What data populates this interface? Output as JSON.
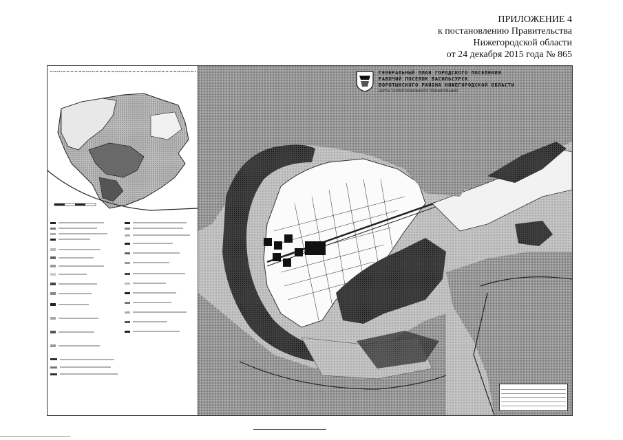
{
  "appendix": {
    "line1": "ПРИЛОЖЕНИЕ 4",
    "line2": "к постановлению Правительства",
    "line3": "Нижегородской области",
    "line4": "от 24 декабря 2015 года № 865"
  },
  "map": {
    "title_lines": [
      "ГЕНЕРАЛЬНЫЙ ПЛАН ГОРОДСКОГО ПОСЕЛЕНИЯ",
      "РАБОЧИЙ ПОСЕЛОК ВАСИЛЬСУРСК",
      "ВОРОТЫНСКОГО РАЙОНА НИЖЕГОРОДСКОЙ ОБЛАСТИ",
      "КАРТЫ ТЕРРИТОРИАЛЬНОГО ПЛАНИРОВАНИЯ"
    ]
  },
  "colors": {
    "paper": "#ffffff",
    "forest": "#8a8a8a",
    "dark": "#3c3c3c",
    "block": "#111111",
    "light": "#d8d8d8"
  }
}
